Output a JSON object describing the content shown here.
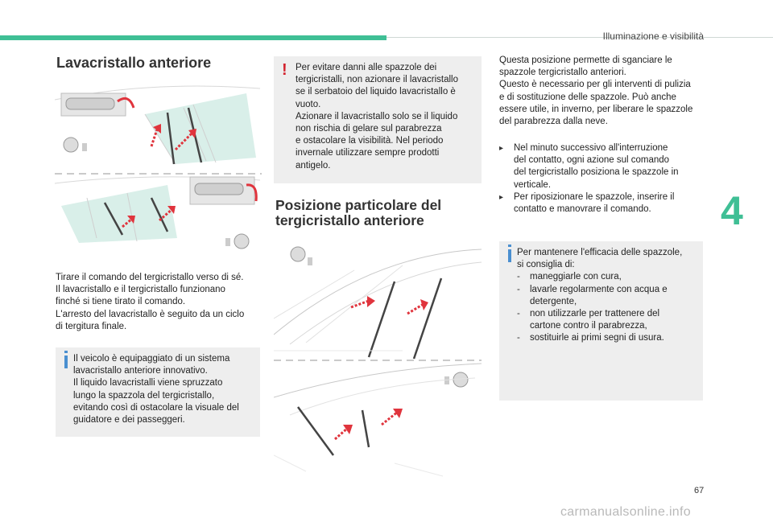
{
  "header": {
    "section": "Illuminazione e visibilità",
    "chapter": "4",
    "page": "67"
  },
  "watermark": "carmanualsonline.info",
  "col1": {
    "title": "Lavacristallo anteriore",
    "body": [
      "Tirare il comando del tergicristallo verso di sé.",
      "Il lavacristallo e il tergicristallo funzionano",
      "finché si tiene tirato il comando.",
      "L'arresto del lavacristallo è seguito da un ciclo",
      "di tergitura finale."
    ],
    "note": [
      "Il veicolo è equipaggiato di un sistema",
      "lavacristallo anteriore innovativo.",
      "Il liquido lavacristalli viene spruzzato",
      "lungo la spazzola del tergicristallo,",
      "evitando così di ostacolare la visuale del",
      "guidatore e dei passeggeri."
    ]
  },
  "col2": {
    "warning": [
      "Per evitare danni alle spazzole dei",
      "tergicristalli, non azionare il lavacristallo",
      "se il serbatoio del liquido lavacristallo è",
      "vuoto.",
      "Azionare il lavacristallo solo se il liquido",
      "non rischia di gelare sul parabrezza",
      "e ostacolare la visibilità. Nel periodo",
      "invernale utilizzare sempre prodotti",
      "antigelo."
    ],
    "title_line1": "Posizione particolare del",
    "title_line2": "tergicristallo anteriore"
  },
  "col3": {
    "body": [
      "Questa posizione permette di sganciare le",
      "spazzole tergicristallo anteriori.",
      "Questo è necessario per gli interventi di pulizia",
      "e di sostituzione delle spazzole. Può anche",
      "essere utile, in inverno, per liberare le spazzole",
      "del parabrezza dalla neve."
    ],
    "bullet1": [
      "Nel minuto successivo all'interruzione",
      "del contatto, ogni azione sul comando",
      "del tergicristallo posiziona le spazzole in",
      "verticale."
    ],
    "bullet2": [
      "Per riposizionare le spazzole, inserire il",
      "contatto e manovrare il comando."
    ],
    "note": {
      "intro": [
        "Per mantenere l'efficacia delle spazzole,",
        "si consiglia di:"
      ],
      "items": [
        [
          "maneggiarle con cura,"
        ],
        [
          "lavarle regolarmente con acqua e",
          "detergente,"
        ],
        [
          "non utilizzarle per trattenere del",
          "cartone contro il parabrezza,"
        ],
        [
          "sostituirle ai primi segni di usura."
        ]
      ]
    }
  },
  "colors": {
    "accent": "#3fbf95",
    "warning": "#d3242f",
    "info": "#4a8fd0",
    "arrow": "#e0343d"
  },
  "icons": [
    "steering-wheel-icon",
    "wiper-stalk-icon",
    "warning-icon",
    "info-icon",
    "bullet-arrow-icon"
  ]
}
